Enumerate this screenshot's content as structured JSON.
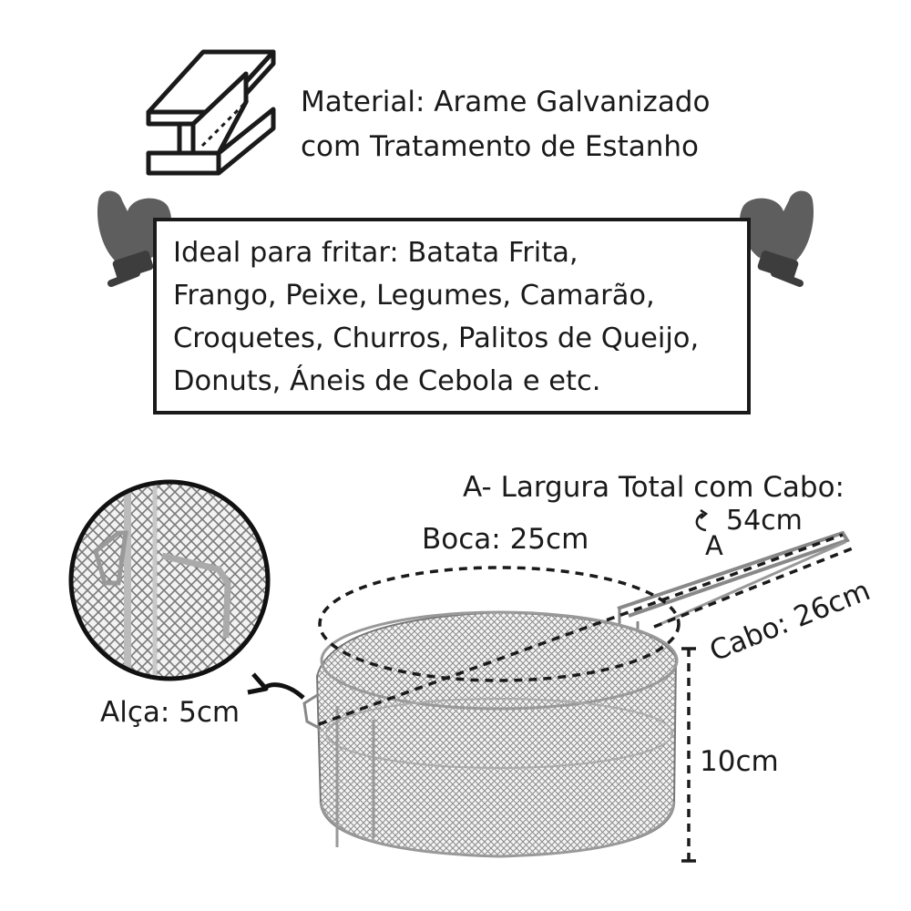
{
  "material": {
    "line1": "Material: Arame Galvanizado",
    "line2": "com Tratamento de Estanho",
    "icon": "steel-beam-icon"
  },
  "uses": {
    "text": "Ideal para fritar: Batata Frita,\nFrango, Peixe, Legumes, Camarão,\nCroquetes, Churros, Palitos de Queijo,\nDonuts, Áneis de Cebola e etc.",
    "icon": "oven-mitt-icon"
  },
  "dimensions": {
    "total_label": "A- Largura Total com Cabo:",
    "total_marker": "A",
    "total_value": "54cm",
    "mouth": "Boca: 25cm",
    "handle": "Cabo: 26cm",
    "side_handle": "Alça: 5cm",
    "height": "10cm"
  }
}
